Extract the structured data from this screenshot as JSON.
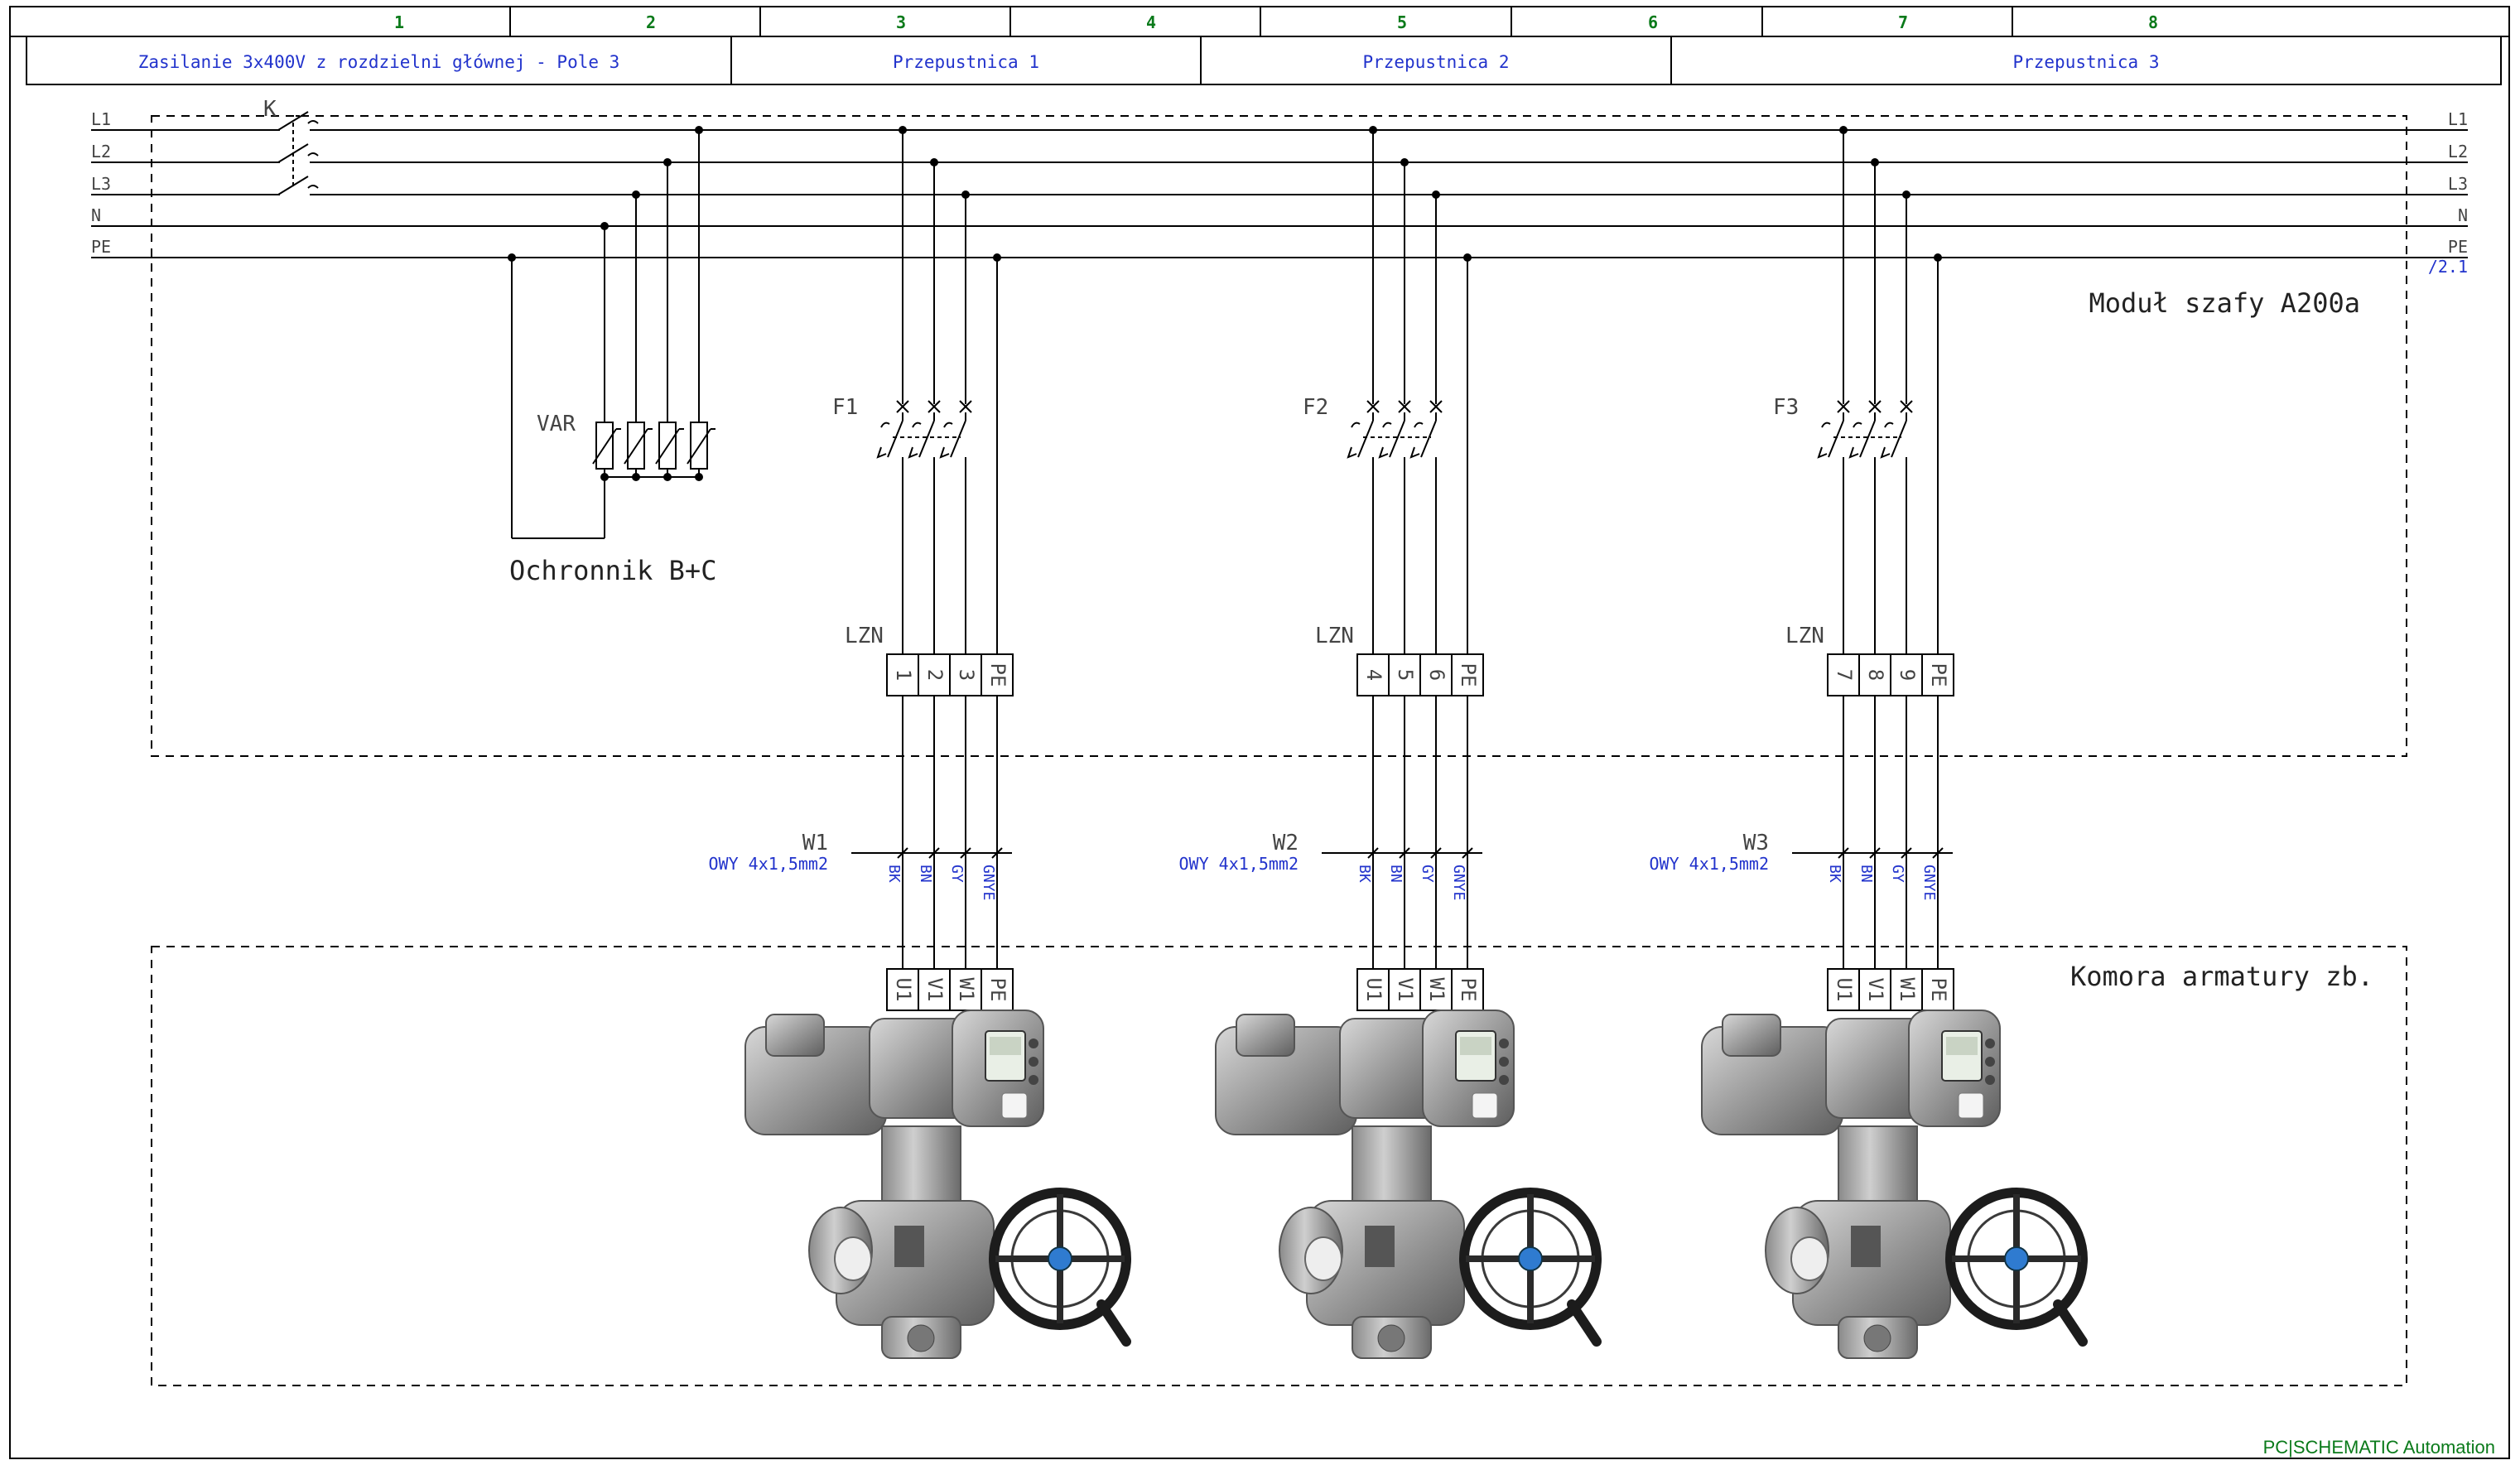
{
  "columns": [
    "1",
    "2",
    "3",
    "4",
    "5",
    "6",
    "7",
    "8"
  ],
  "sections": [
    "Zasilanie 3x400V z rozdzielni głównej - Pole 3",
    "Przepustnica 1",
    "Przepustnica 2",
    "Przepustnica 3"
  ],
  "buses": [
    "L1",
    "L2",
    "L3",
    "N",
    "PE"
  ],
  "bus_ref": "/2.1",
  "main_switch_label": "K",
  "surge": {
    "label": "VAR",
    "caption": "Ochronnik B+C"
  },
  "cabinet_label": "Moduł szafy A200a",
  "field_label": "Komora armatury zb.",
  "feeders": [
    {
      "breaker": "F1",
      "strip": "LZN",
      "terminals": [
        "1",
        "2",
        "3",
        "PE"
      ],
      "cable": "W1",
      "cable_type": "OWY 4x1,5mm2",
      "cores": [
        "BK",
        "BN",
        "GY",
        "GNYE"
      ],
      "motor_terms": [
        "U1",
        "V1",
        "W1",
        "PE"
      ]
    },
    {
      "breaker": "F2",
      "strip": "LZN",
      "terminals": [
        "4",
        "5",
        "6",
        "PE"
      ],
      "cable": "W2",
      "cable_type": "OWY 4x1,5mm2",
      "cores": [
        "BK",
        "BN",
        "GY",
        "GNYE"
      ],
      "motor_terms": [
        "U1",
        "V1",
        "W1",
        "PE"
      ]
    },
    {
      "breaker": "F3",
      "strip": "LZN",
      "terminals": [
        "7",
        "8",
        "9",
        "PE"
      ],
      "cable": "W3",
      "cable_type": "OWY 4x1,5mm2",
      "cores": [
        "BK",
        "BN",
        "GY",
        "GNYE"
      ],
      "motor_terms": [
        "U1",
        "V1",
        "W1",
        "PE"
      ]
    }
  ],
  "footer": "PC|SCHEMATIC Automation",
  "colors": {
    "grid_numbers": "#0a7a1a",
    "section_text": "#2233cc",
    "wire": "#000000",
    "cable_text": "#2233cc"
  }
}
